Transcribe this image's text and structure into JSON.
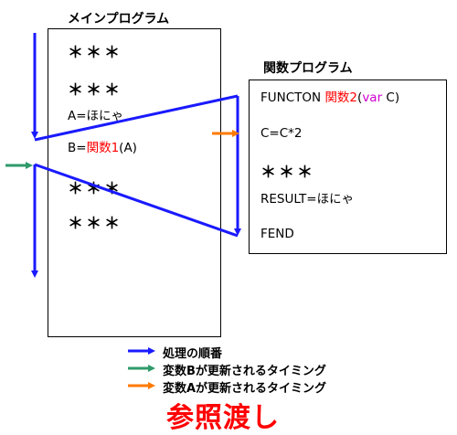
{
  "main_program": {
    "label": "メインプログラム",
    "lines": {
      "stars_1": "＊＊＊",
      "stars_2": "＊＊＊",
      "assign_a": "A=ほにゃ",
      "assign_b_prefix": "B=",
      "assign_b_func": "関数1",
      "assign_b_suffix": "(A)",
      "stars_3": "＊＊＊",
      "stars_4": "＊＊＊"
    }
  },
  "function_program": {
    "label": "関数プログラム",
    "lines": {
      "decl_keyword": "FUNCTON ",
      "decl_name": "関数2",
      "decl_open": "(",
      "decl_var": "var",
      "decl_param": " C)",
      "calc": "C=C*2",
      "stars": "＊＊＊",
      "result": "RESULT=ほにゃ",
      "end": "FEND"
    }
  },
  "legend": [
    {
      "text": "処理の順番",
      "color": "#1a1aff"
    },
    {
      "text": "変数Bが更新されるタイミング",
      "color": "#2e9a6a"
    },
    {
      "text": "変数Aが更新されるタイミング",
      "color": "#ff7a00"
    }
  ],
  "title": "参照渡し",
  "colors": {
    "flow_blue": "#1a1aff",
    "update_b_green": "#2e9a6a",
    "update_a_orange": "#ff7a00",
    "title_red": "#ff0000"
  }
}
